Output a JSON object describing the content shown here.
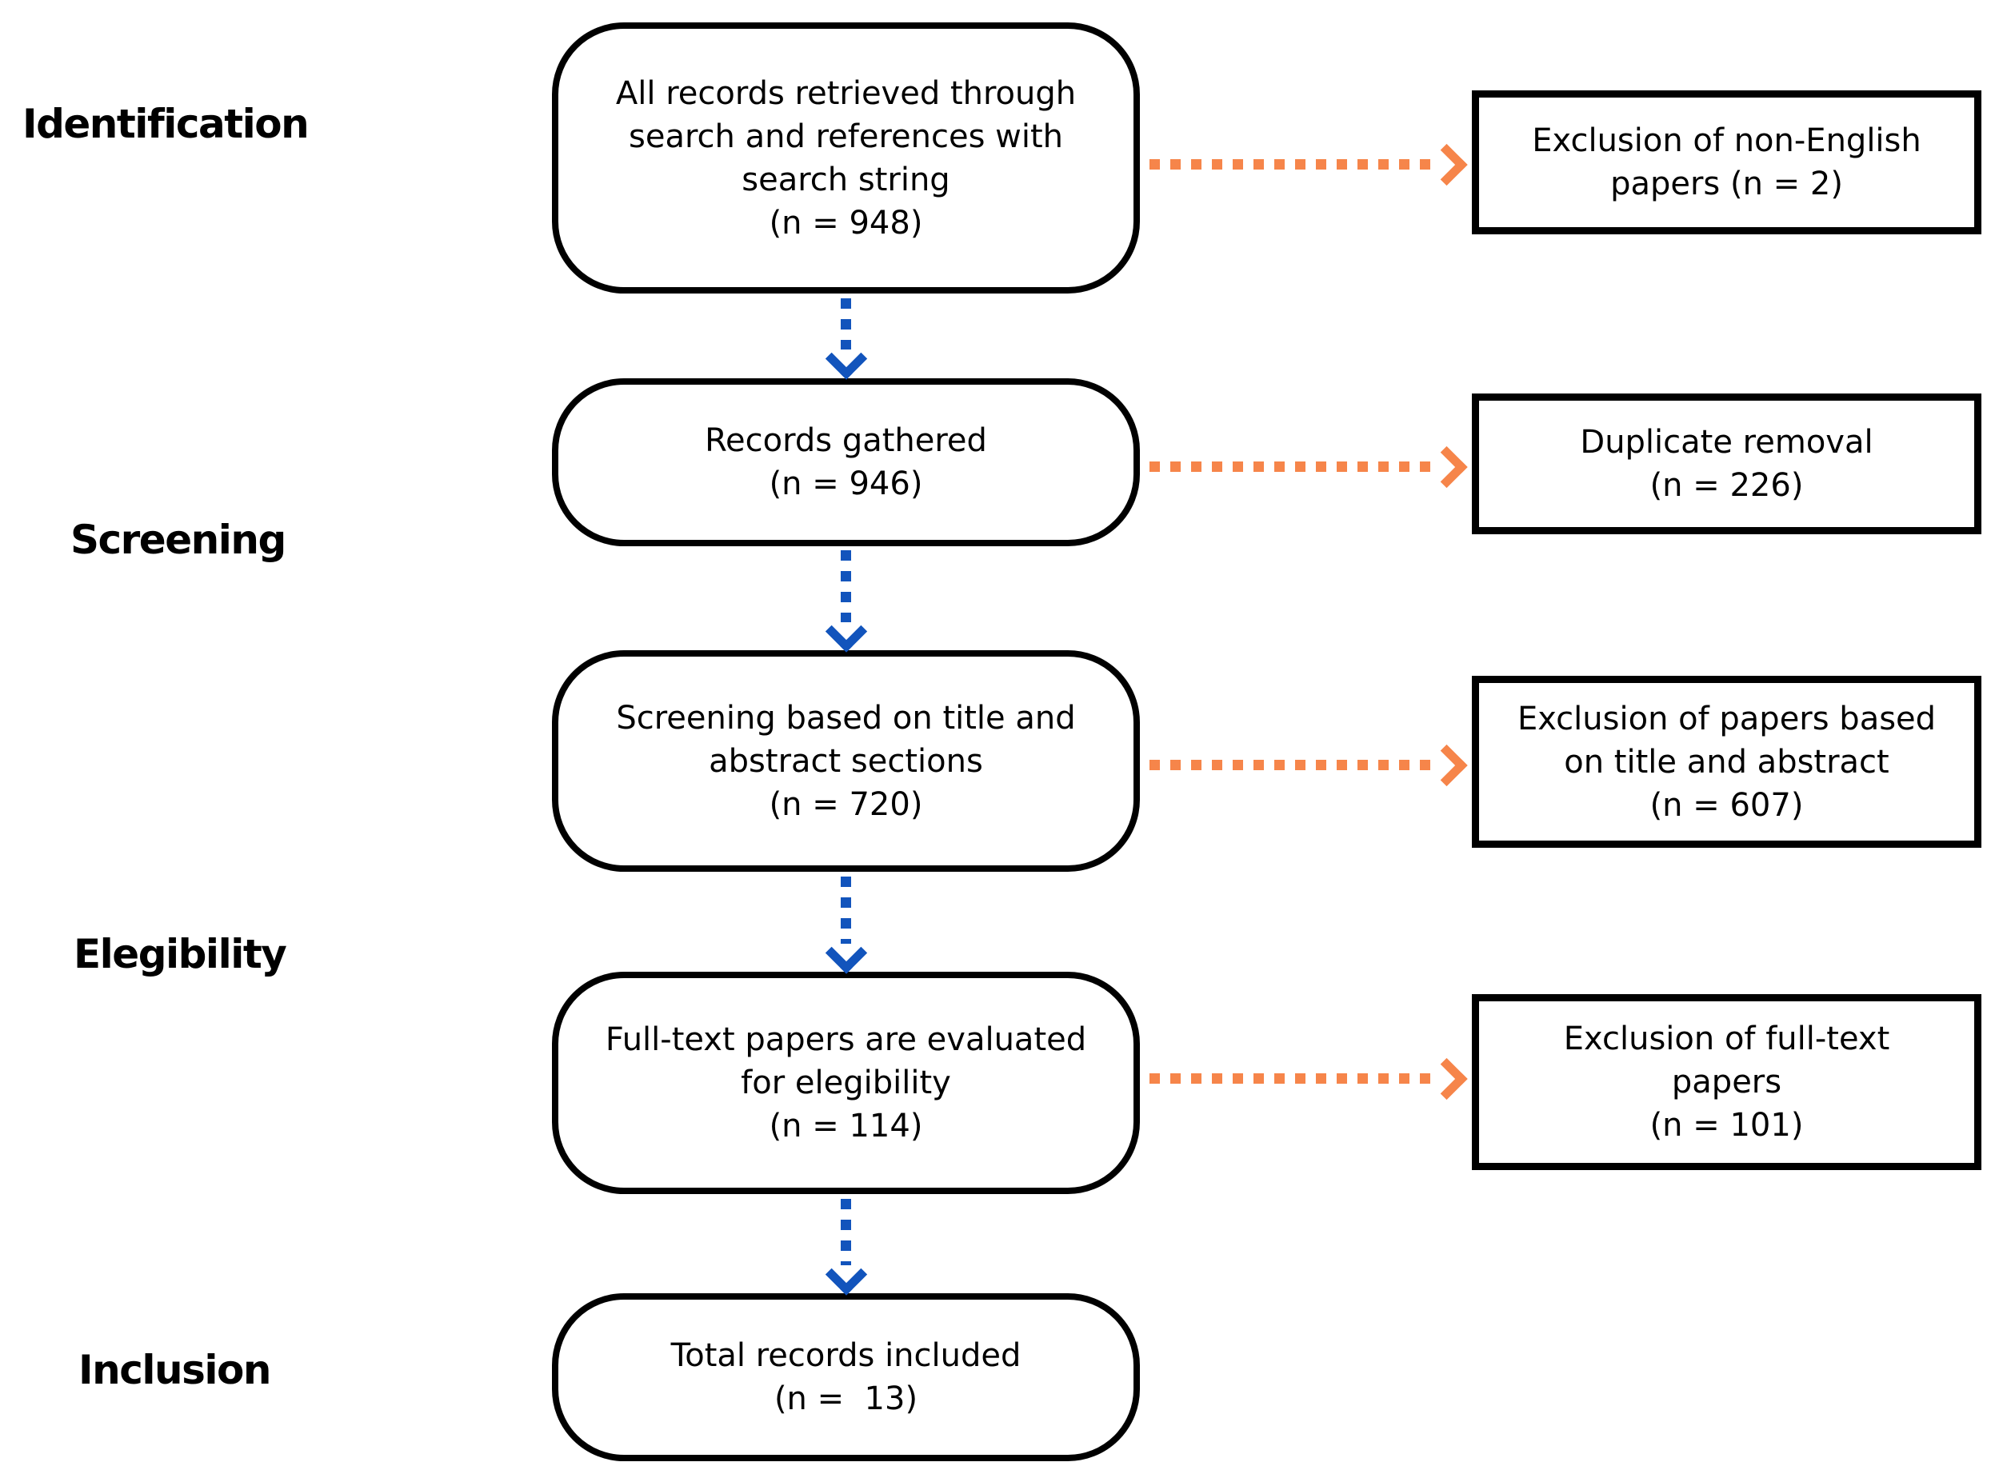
{
  "diagram": {
    "stages": [
      {
        "label": "Identification"
      },
      {
        "label": "Screening"
      },
      {
        "label": "Elegibility"
      },
      {
        "label": "Inclusion"
      }
    ],
    "flow_boxes": [
      {
        "text": "All records retrieved through\nsearch and references with\nsearch string\n(n = 948)",
        "n": 948
      },
      {
        "text": "Records gathered\n(n = 946)",
        "n": 946
      },
      {
        "text": "Screening based on title and\nabstract sections\n(n = 720)",
        "n": 720
      },
      {
        "text": "Full-text papers are evaluated\nfor elegibility\n(n = 114)",
        "n": 114
      },
      {
        "text": "Total records included\n(n =  13)",
        "n": 13
      }
    ],
    "exclusion_boxes": [
      {
        "text": "Exclusion of non-English\npapers (n = 2)",
        "n": 2
      },
      {
        "text": "Duplicate removal\n(n = 226)",
        "n": 226
      },
      {
        "text": "Exclusion of papers based\non title and abstract\n(n = 607)",
        "n": 607
      },
      {
        "text": "Exclusion of full-text\npapers\n(n = 101)",
        "n": 101
      }
    ],
    "colors": {
      "arrow_down": "#1254BC",
      "arrow_side": "#F6854A",
      "box_border": "#000000",
      "text": "#000000",
      "background": "#FFFFFF"
    }
  }
}
